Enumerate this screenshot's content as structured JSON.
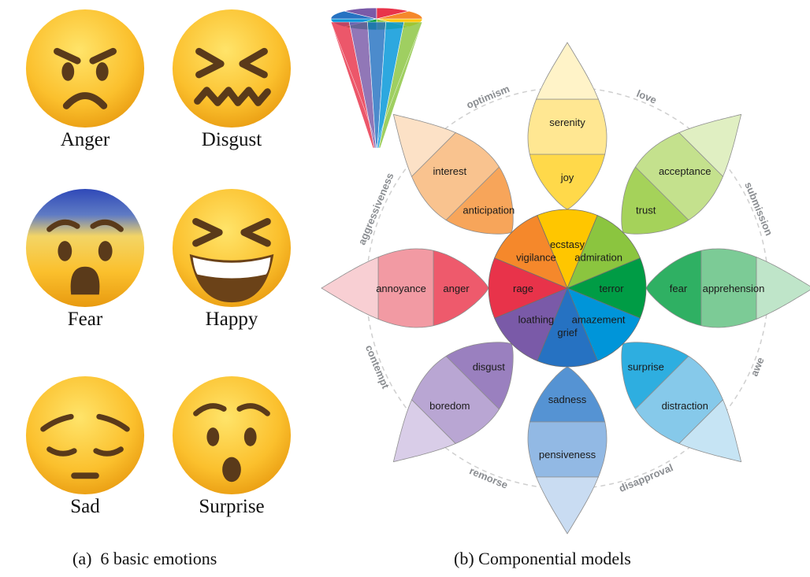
{
  "panel_a": {
    "caption": "(a)  6 basic emotions",
    "emotions": [
      {
        "label": "Anger"
      },
      {
        "label": "Disgust"
      },
      {
        "label": "Fear"
      },
      {
        "label": "Happy"
      },
      {
        "label": "Sad"
      },
      {
        "label": "Surprise"
      }
    ]
  },
  "panel_b": {
    "caption": "(b) Componential models",
    "center": [
      {
        "label": "ecstasy",
        "color": "#ffc600"
      },
      {
        "label": "admiration",
        "color": "#8bc53f"
      },
      {
        "label": "terror",
        "color": "#009c45"
      },
      {
        "label": "amazement",
        "color": "#0095d9"
      },
      {
        "label": "grief",
        "color": "#2672c2"
      },
      {
        "label": "loathing",
        "color": "#7a5aa8"
      },
      {
        "label": "rage",
        "color": "#e8334a"
      },
      {
        "label": "vigilance",
        "color": "#f5882b"
      }
    ],
    "petals": [
      {
        "inner": "joy",
        "outer": "serenity",
        "colors": [
          "#ffd94a",
          "#ffe792",
          "#fff3c8"
        ]
      },
      {
        "inner": "trust",
        "outer": "acceptance",
        "colors": [
          "#a5d25a",
          "#c4e18d",
          "#e0efc2"
        ]
      },
      {
        "inner": "fear",
        "outer": "apprehension",
        "colors": [
          "#2fb063",
          "#7ccb96",
          "#bfe5c9"
        ]
      },
      {
        "inner": "surprise",
        "outer": "distraction",
        "colors": [
          "#2eaee0",
          "#86c9ea",
          "#c6e4f4"
        ]
      },
      {
        "inner": "sadness",
        "outer": "pensiveness",
        "colors": [
          "#5593d3",
          "#92b9e4",
          "#c9dcf2"
        ]
      },
      {
        "inner": "disgust",
        "outer": "boredom",
        "colors": [
          "#9a80bf",
          "#b9a6d3",
          "#d9cde8"
        ]
      },
      {
        "inner": "anger",
        "outer": "annoyance",
        "colors": [
          "#ee5a6c",
          "#f29aa3",
          "#f8cfd3"
        ]
      },
      {
        "inner": "anticipation",
        "outer": "interest",
        "colors": [
          "#f7a55a",
          "#f9c38f",
          "#fce1c6"
        ]
      }
    ],
    "dyads": [
      {
        "label": "love"
      },
      {
        "label": "submission"
      },
      {
        "label": "awe"
      },
      {
        "label": "disapproval"
      },
      {
        "label": "remorse"
      },
      {
        "label": "contempt"
      },
      {
        "label": "aggressiveness"
      },
      {
        "label": "optimism"
      }
    ]
  }
}
